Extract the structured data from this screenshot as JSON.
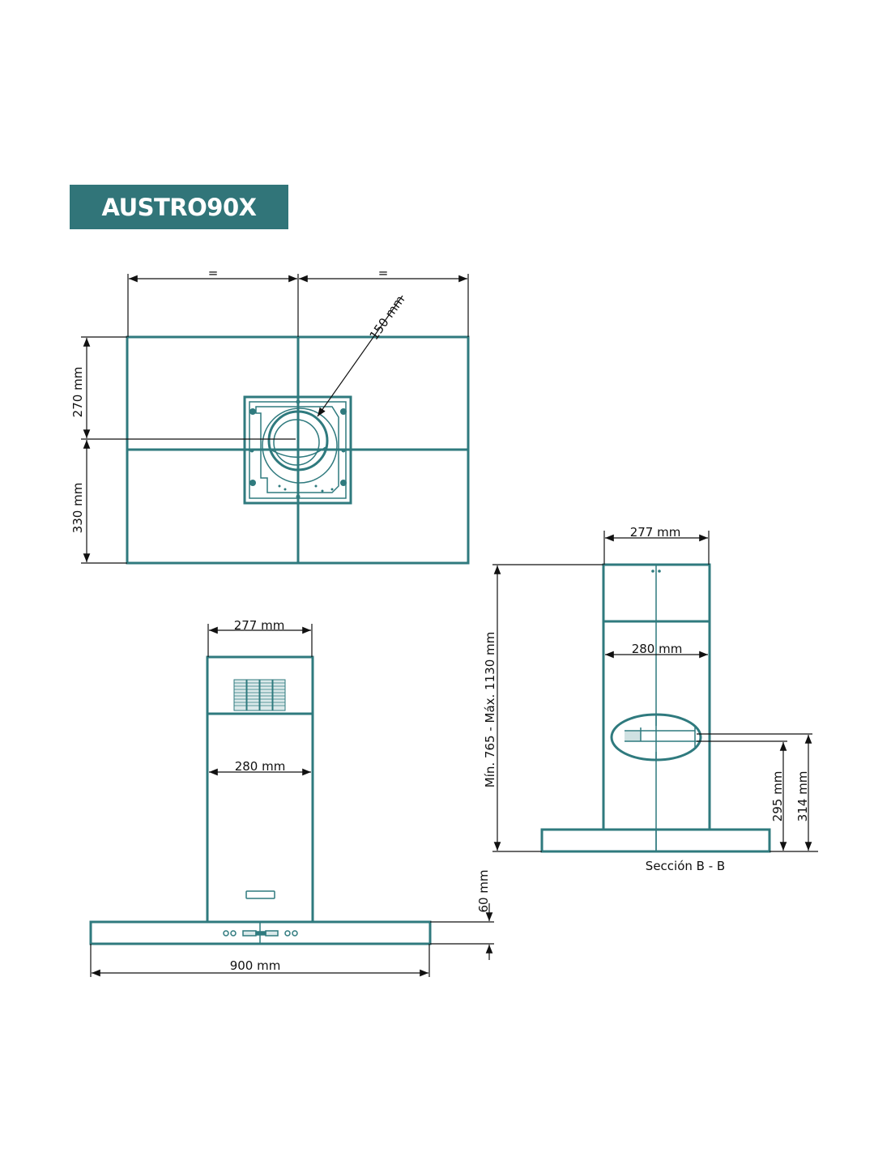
{
  "title": "AUSTRO90X",
  "colors": {
    "accent": "#317579",
    "line": "#2f7a7e"
  },
  "top_view": {
    "equal_symbol_left": "=",
    "equal_symbol_right": "=",
    "duct_diameter": "150 mm",
    "depth_front": "270 mm",
    "depth_back": "330 mm"
  },
  "front_view": {
    "chimney_top_width": "277 mm",
    "chimney_width": "280 mm",
    "hood_width": "900 mm",
    "hood_thickness": "60 mm"
  },
  "side_view": {
    "chimney_top_width": "277 mm",
    "chimney_width": "280 mm",
    "height_range": "Mín. 765 - Máx. 1130 mm",
    "height_a": "295 mm",
    "height_b": "314 mm",
    "caption": "Sección B - B"
  }
}
